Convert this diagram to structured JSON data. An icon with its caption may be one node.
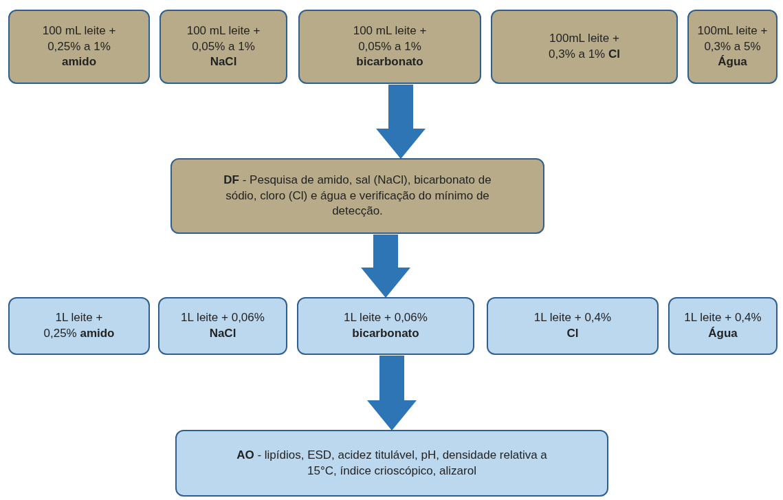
{
  "diagram": {
    "nodes": [
      {
        "text": [
          "100 mL leite + 0,25% a 1% **amido**"
        ]
      },
      {
        "text": [
          "100 mL leite + 0,05% a 1% **NaCl**"
        ]
      },
      {
        "text": [
          "100 mL leite + 0,05% a 1% **bicarbonato**"
        ]
      },
      {
        "text": [
          "100mL leite + 0,3% a 1% **Cl**"
        ]
      },
      {
        "text": [
          "100mL leite + 0,3% a 5% **Água**"
        ]
      },
      {
        "text": [
          "**DF** - Pesquisa de  amido, sal (NaCl), bicarbonato de sódio, cloro (Cl) e água e verificação do mínimo de detecção."
        ]
      },
      {
        "text": [
          "1L leite + 0,25% **amido**"
        ]
      },
      {
        "text": [
          "1L leite + 0,06% **NaCl**"
        ]
      },
      {
        "text": [
          "1L leite + 0,06% **bicarbonato**"
        ]
      },
      {
        "text": [
          "1L leite + 0,4% **Cl**"
        ]
      },
      {
        "text": [
          "1L leite + 0,4% **Água**"
        ]
      },
      {
        "text": [
          "**AO** -  lipídios, ESD, acidez titulável, pH, densidade relativa a 15°C, índice crioscópico, alizarol"
        ]
      }
    ],
    "edges": [
      {
        "from": 2,
        "to": 5,
        "arrow": "to"
      },
      {
        "from": 5,
        "to": 8,
        "arrow": "to"
      },
      {
        "from": 8,
        "to": 11,
        "arrow": "to"
      }
    ]
  }
}
